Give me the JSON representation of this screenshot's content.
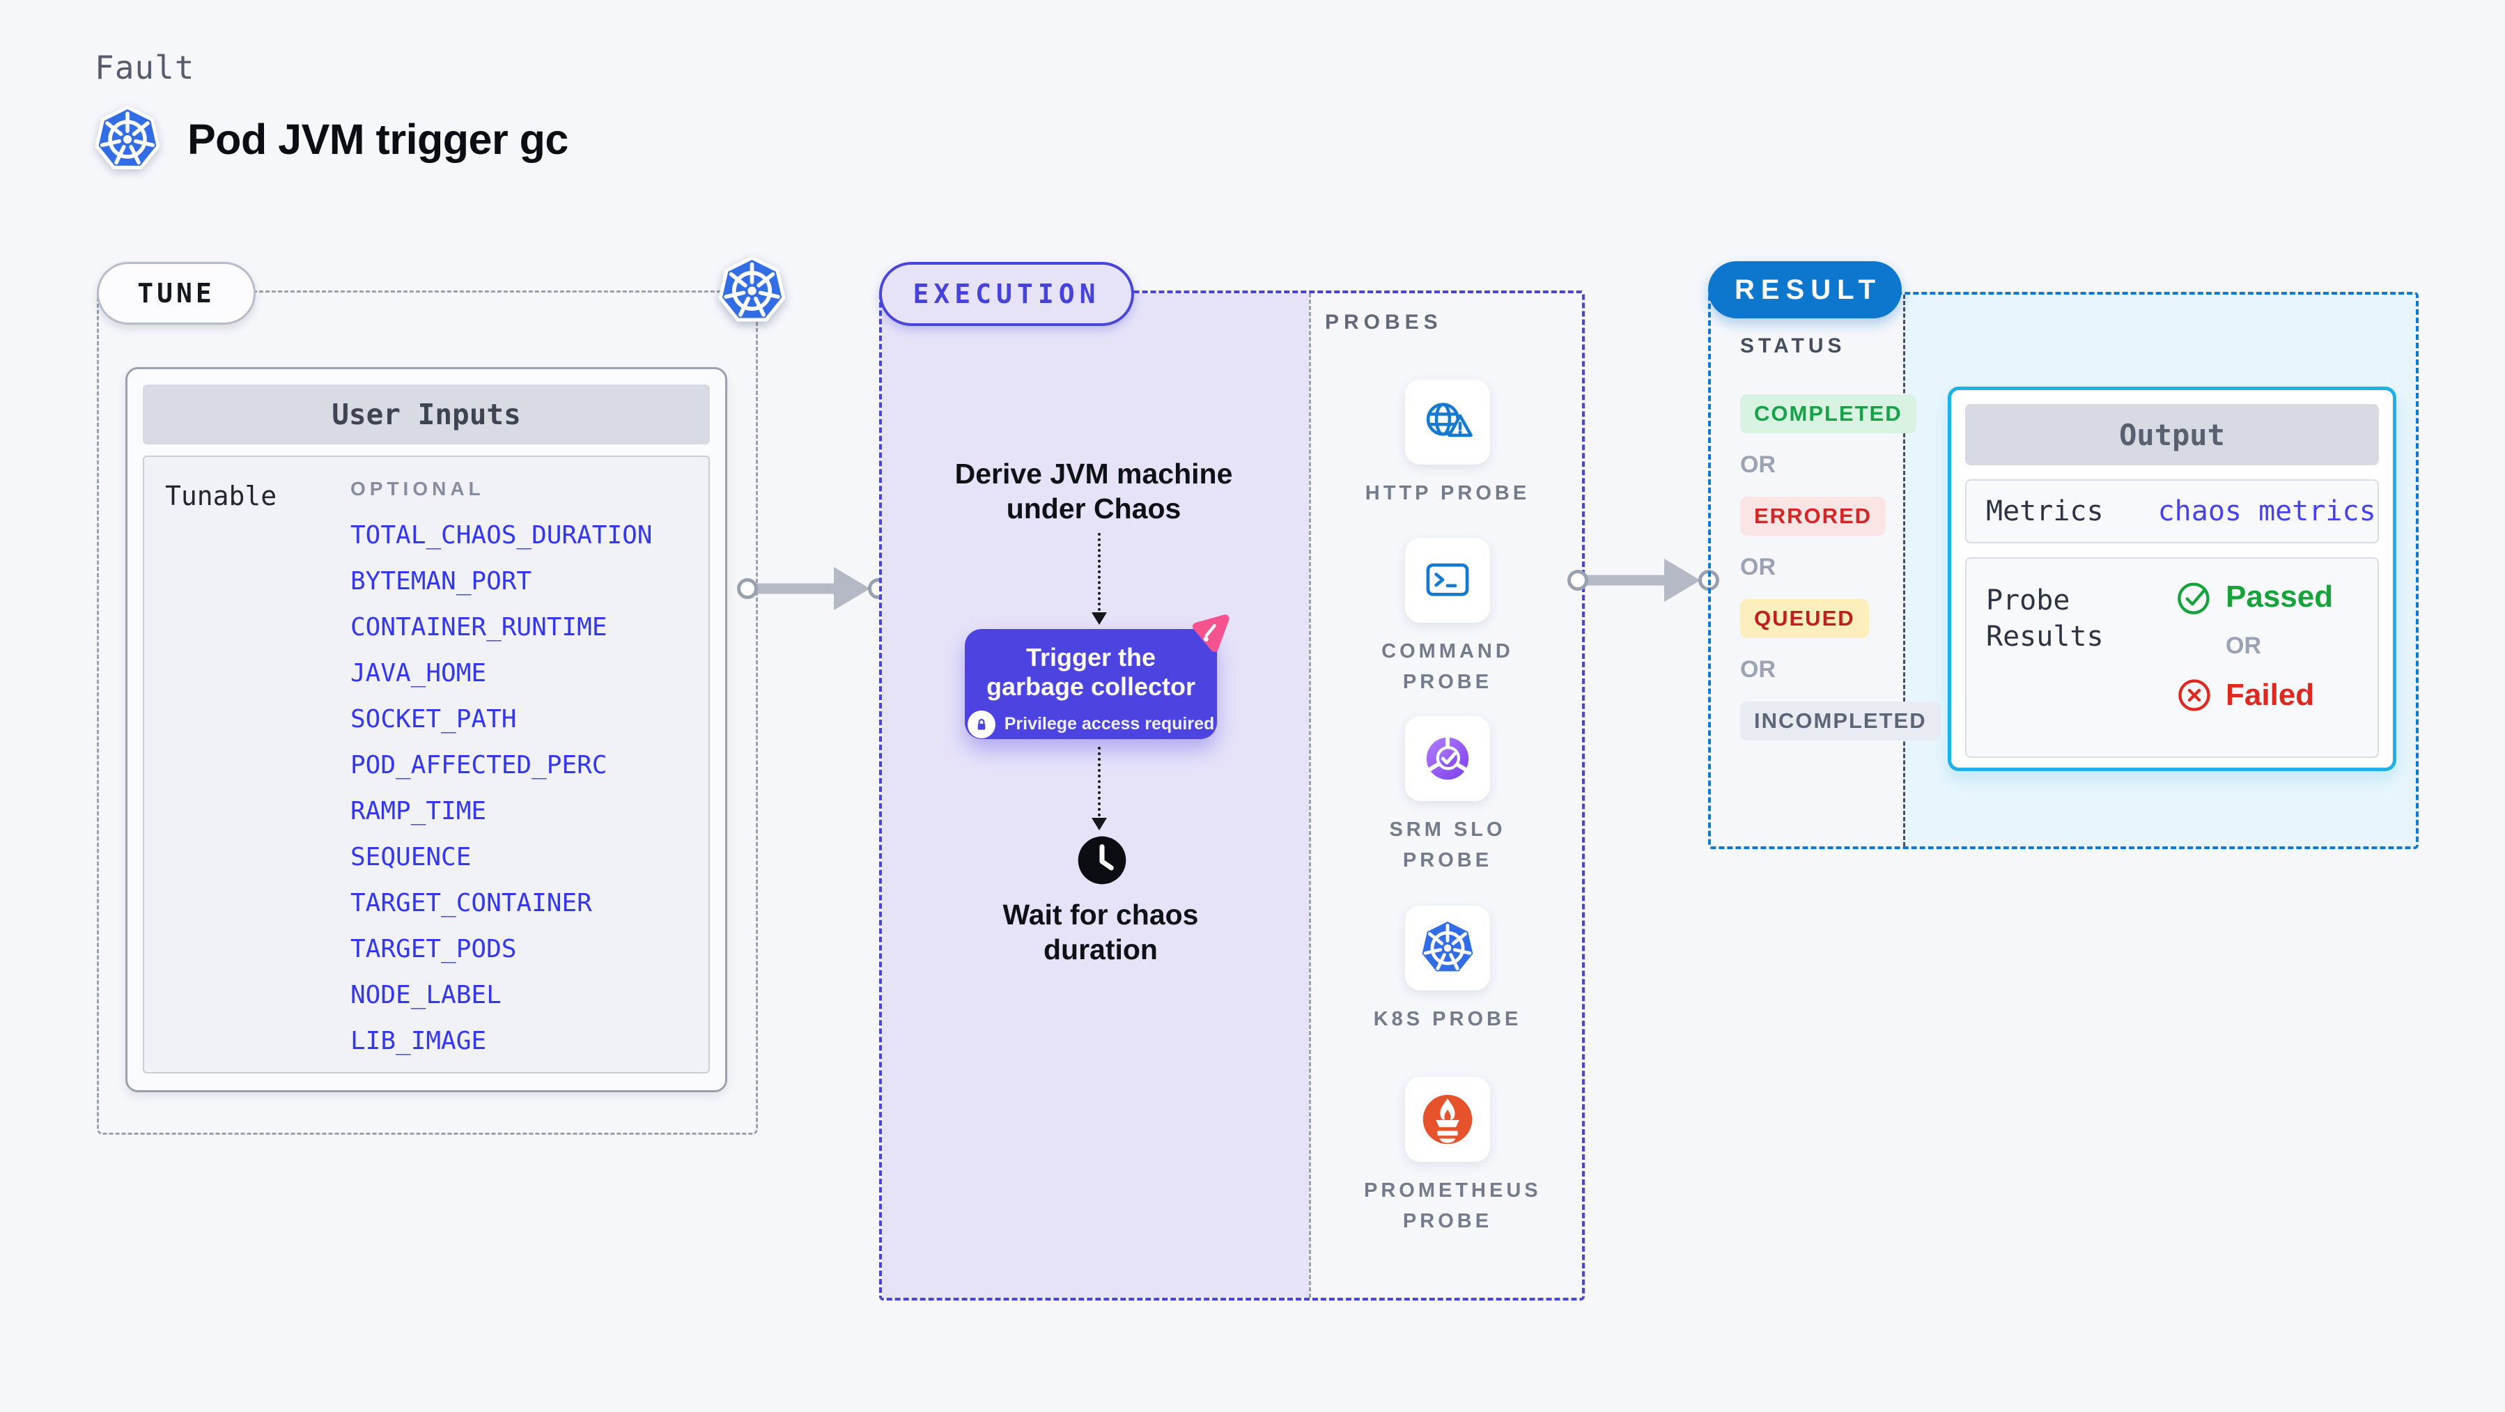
{
  "header": {
    "kicker": "Fault",
    "title": "Pod JVM trigger gc"
  },
  "tune": {
    "badge": "TUNE",
    "panel_title": "User Inputs",
    "row_label": "Tunable",
    "column_label": "OPTIONAL",
    "params": [
      "TOTAL_CHAOS_DURATION",
      "BYTEMAN_PORT",
      "CONTAINER_RUNTIME",
      "JAVA_HOME",
      "SOCKET_PATH",
      "POD_AFFECTED_PERC",
      "RAMP_TIME",
      "SEQUENCE",
      "TARGET_CONTAINER",
      "TARGET_PODS",
      "NODE_LABEL",
      "LIB_IMAGE"
    ]
  },
  "execution": {
    "badge": "EXECUTION",
    "step_derive": "Derive JVM machine under Chaos",
    "trigger_title": "Trigger the garbage collector",
    "trigger_note": "Privilege access required",
    "step_wait": "Wait for chaos duration"
  },
  "probes": {
    "label": "PROBES",
    "items": [
      {
        "label": "HTTP PROBE",
        "icon": "http-probe-icon"
      },
      {
        "label": "COMMAND PROBE",
        "icon": "command-probe-icon"
      },
      {
        "label": "SRM SLO PROBE",
        "icon": "srm-slo-probe-icon"
      },
      {
        "label": "K8S PROBE",
        "icon": "k8s-probe-icon"
      },
      {
        "label": "PROMETHEUS PROBE",
        "icon": "prometheus-probe-icon"
      }
    ]
  },
  "result": {
    "badge": "RESULT",
    "status_label": "STATUS",
    "or_label": "OR",
    "statuses": [
      {
        "label": "COMPLETED",
        "fg": "#17a24a",
        "bg": "#d9f3e2"
      },
      {
        "label": "ERRORED",
        "fg": "#d32727",
        "bg": "#fbe4e4"
      },
      {
        "label": "QUEUED",
        "fg": "#bf1f1f",
        "bg": "#fceebd"
      },
      {
        "label": "INCOMPLETED",
        "fg": "#5d6576",
        "bg": "#e9ebf2"
      }
    ],
    "output": {
      "title": "Output",
      "metrics_label": "Metrics",
      "metrics_value": "chaos metrics",
      "probe_results_label": "Probe Results",
      "passed_label": "Passed",
      "failed_label": "Failed"
    }
  },
  "colors": {
    "page_bg": "#f6f7fb",
    "indigo_accent": "#4945d6",
    "execution_fill": "#e6e3f9",
    "trigger_card": "#4c43e0",
    "result_blue": "#0d76cd",
    "output_cyan_border": "#1cb2e6",
    "output_cyan_fill": "#e8f5fc",
    "param_link": "#3537ee",
    "passed_green": "#17a23c",
    "failed_red": "#dc2a20",
    "kubernetes_blue": "#336de5",
    "prometheus_orange": "#e6522c",
    "pink_badge": "#f4538e"
  }
}
